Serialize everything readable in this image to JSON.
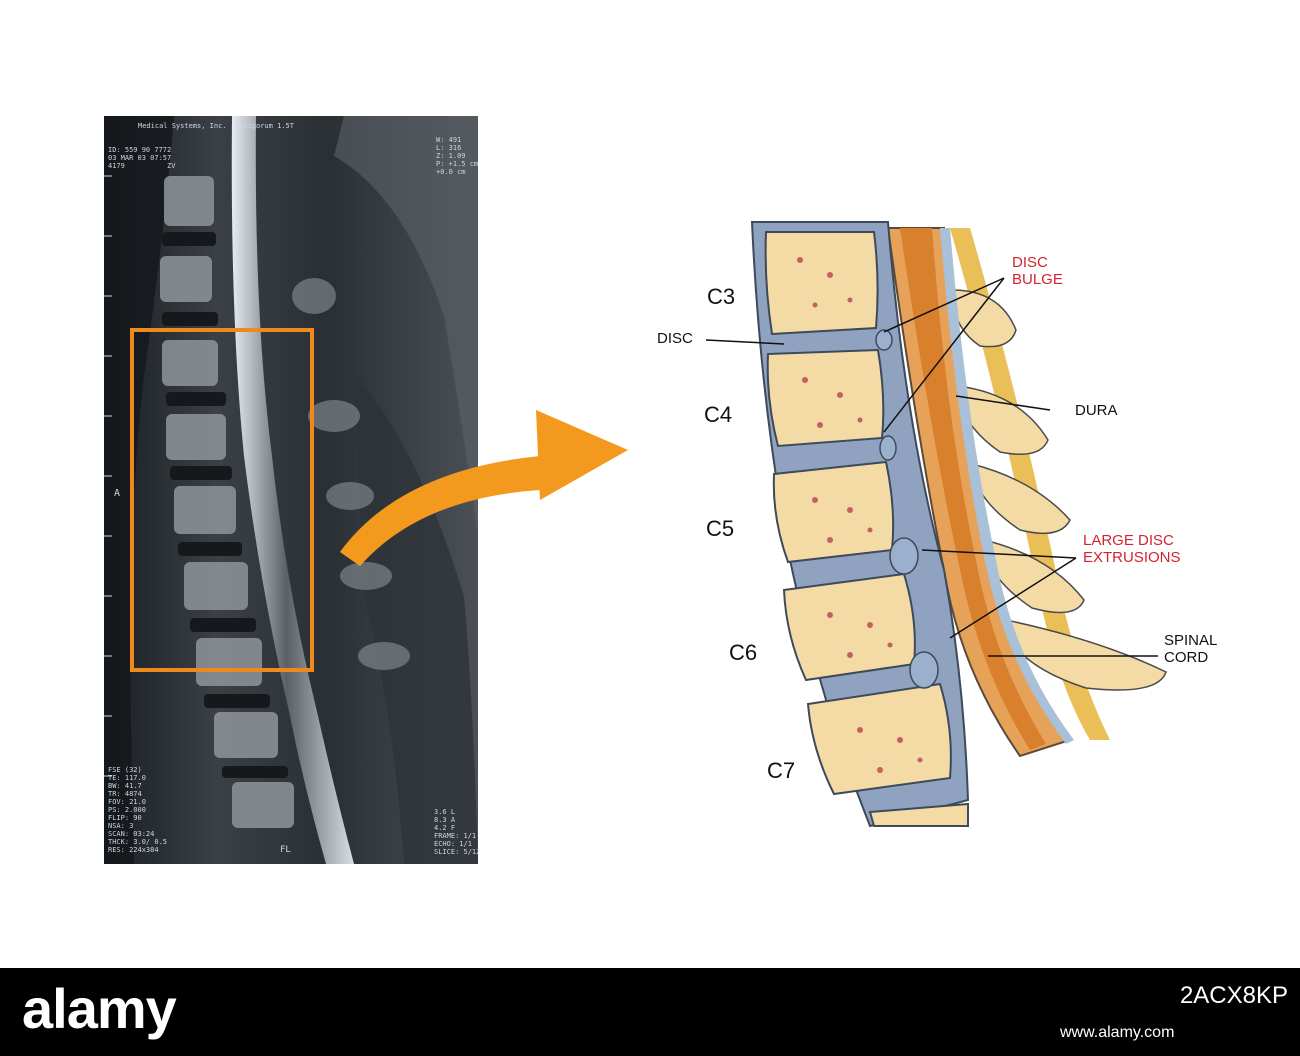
{
  "mri": {
    "header_top": "Medical Systems, Inc.  Invigorum 1.5T",
    "header_left": "ID: 559 90 7772\n03 MAR 03 07:57\n4179          ZV",
    "header_right": "W: 491\nL: 316\nZ: 1.09\nP: +1.5 cm\n+0.0 cm",
    "orient_left": "A",
    "footer_left": "FSE (32)\nTE: 117.0\nBW: 41.7\nTR: 4874\nFOV: 21.0\nPS: 2.000\nFLIP: 90\nNSA: 3\nSCAN: 03:24\nTHCK: 3.0/ 0.5\nRES: 224x384",
    "footer_mid": "FL",
    "footer_right": "3.6 L\n8.3 A\n4.2 F\nFRAME: 1/1\nECHO: 1/1\nSLICE: 5/12"
  },
  "diagram": {
    "vertebrae": [
      "C3",
      "C4",
      "C5",
      "C6",
      "C7"
    ],
    "labels": {
      "disc": "DISC",
      "disc_bulge": "DISC\nBULGE",
      "dura": "DURA",
      "large_disc_extrusions": "LARGE DISC\nEXTRUSIONS",
      "spinal_cord": "SPINAL\nCORD"
    }
  },
  "colors": {
    "highlight_box": "#f0891c",
    "arrow": "#f39a1e",
    "label_red": "#d3232f",
    "bone_fill": "#f4dba6",
    "spinal_cord": "#d9802c",
    "disc_blue": "#8fa2bf"
  },
  "footer": {
    "logo": "alamy",
    "image_id": "2ACX8KP",
    "url": "www.alamy.com"
  }
}
